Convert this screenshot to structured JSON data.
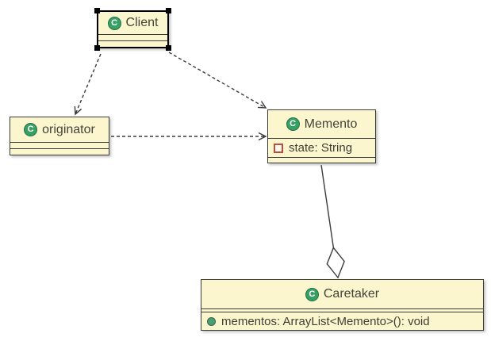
{
  "diagram": {
    "kind": "uml-class-diagram",
    "canvas_bg": "#ffffff"
  },
  "palette": {
    "node_fill": "#fbf6ce",
    "node_border": "#3a3a3a",
    "edge_color": "#3b3b3b",
    "selection_handle": "#000000",
    "text_color": "#45423a",
    "class_icon_fill": "#37a065",
    "field_icon_color": "#bf4b3f",
    "method_icon_fill": "#4e9c74"
  },
  "icons": {
    "class_letter": "C"
  },
  "classes": [
    {
      "name": "Client",
      "selected": true,
      "fields": [],
      "methods": []
    },
    {
      "name": "originator",
      "selected": false,
      "fields": [],
      "methods": []
    },
    {
      "name": "Memento",
      "selected": false,
      "fields": [
        {
          "icon": "private-field-icon",
          "text": "state: String"
        }
      ],
      "methods": []
    },
    {
      "name": "Caretaker",
      "selected": false,
      "fields": [],
      "methods": [
        {
          "icon": "public-method-icon",
          "text": "mementos: ArrayList<Memento>(): void"
        }
      ]
    }
  ],
  "relations": [
    {
      "from": "Client",
      "to": "originator",
      "type": "dependency",
      "line": "dashed",
      "end": "open-arrow"
    },
    {
      "from": "Client",
      "to": "Memento",
      "type": "dependency",
      "line": "dashed",
      "end": "open-arrow"
    },
    {
      "from": "originator",
      "to": "Memento",
      "type": "dependency",
      "line": "dashed",
      "end": "open-arrow"
    },
    {
      "from": "Memento",
      "to": "Caretaker",
      "type": "aggregation",
      "line": "solid",
      "end": "open-diamond"
    }
  ]
}
